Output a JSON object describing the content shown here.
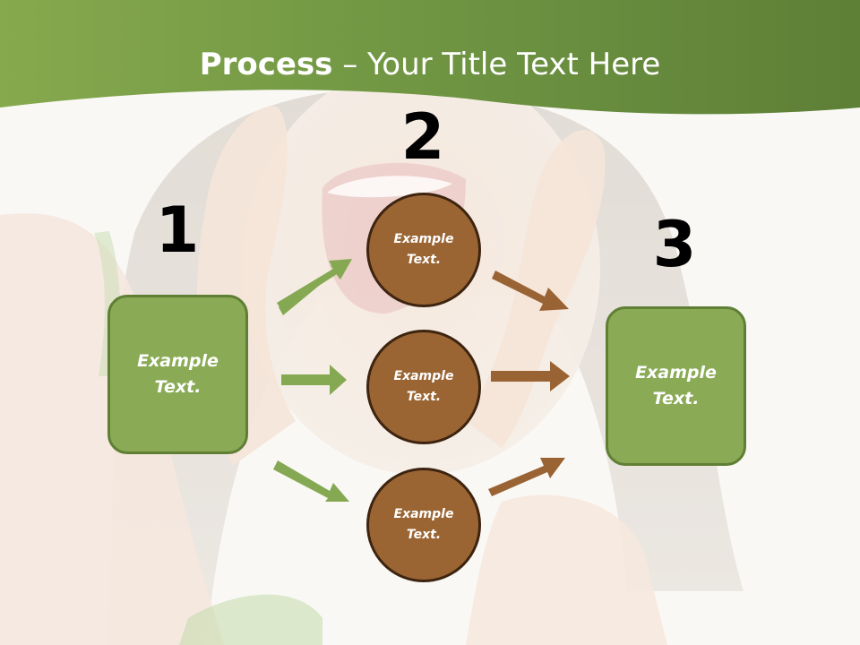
{
  "title": {
    "bold": "Process",
    "rest": " – Your Title Text Here"
  },
  "steps": [
    {
      "number": "1"
    },
    {
      "number": "2"
    },
    {
      "number": "3"
    }
  ],
  "boxes": {
    "left": "Example\nText.",
    "right": "Example\nText."
  },
  "circles": [
    "Example\nText.",
    "Example\nText.",
    "Example\nText."
  ],
  "colors": {
    "green": "#8aaa55",
    "green_dark": "#5f7f35",
    "brown": "#9a6533",
    "brown_arrow": "#9a6333",
    "green_arrow": "#85a952",
    "title_band": "#6e9442"
  }
}
